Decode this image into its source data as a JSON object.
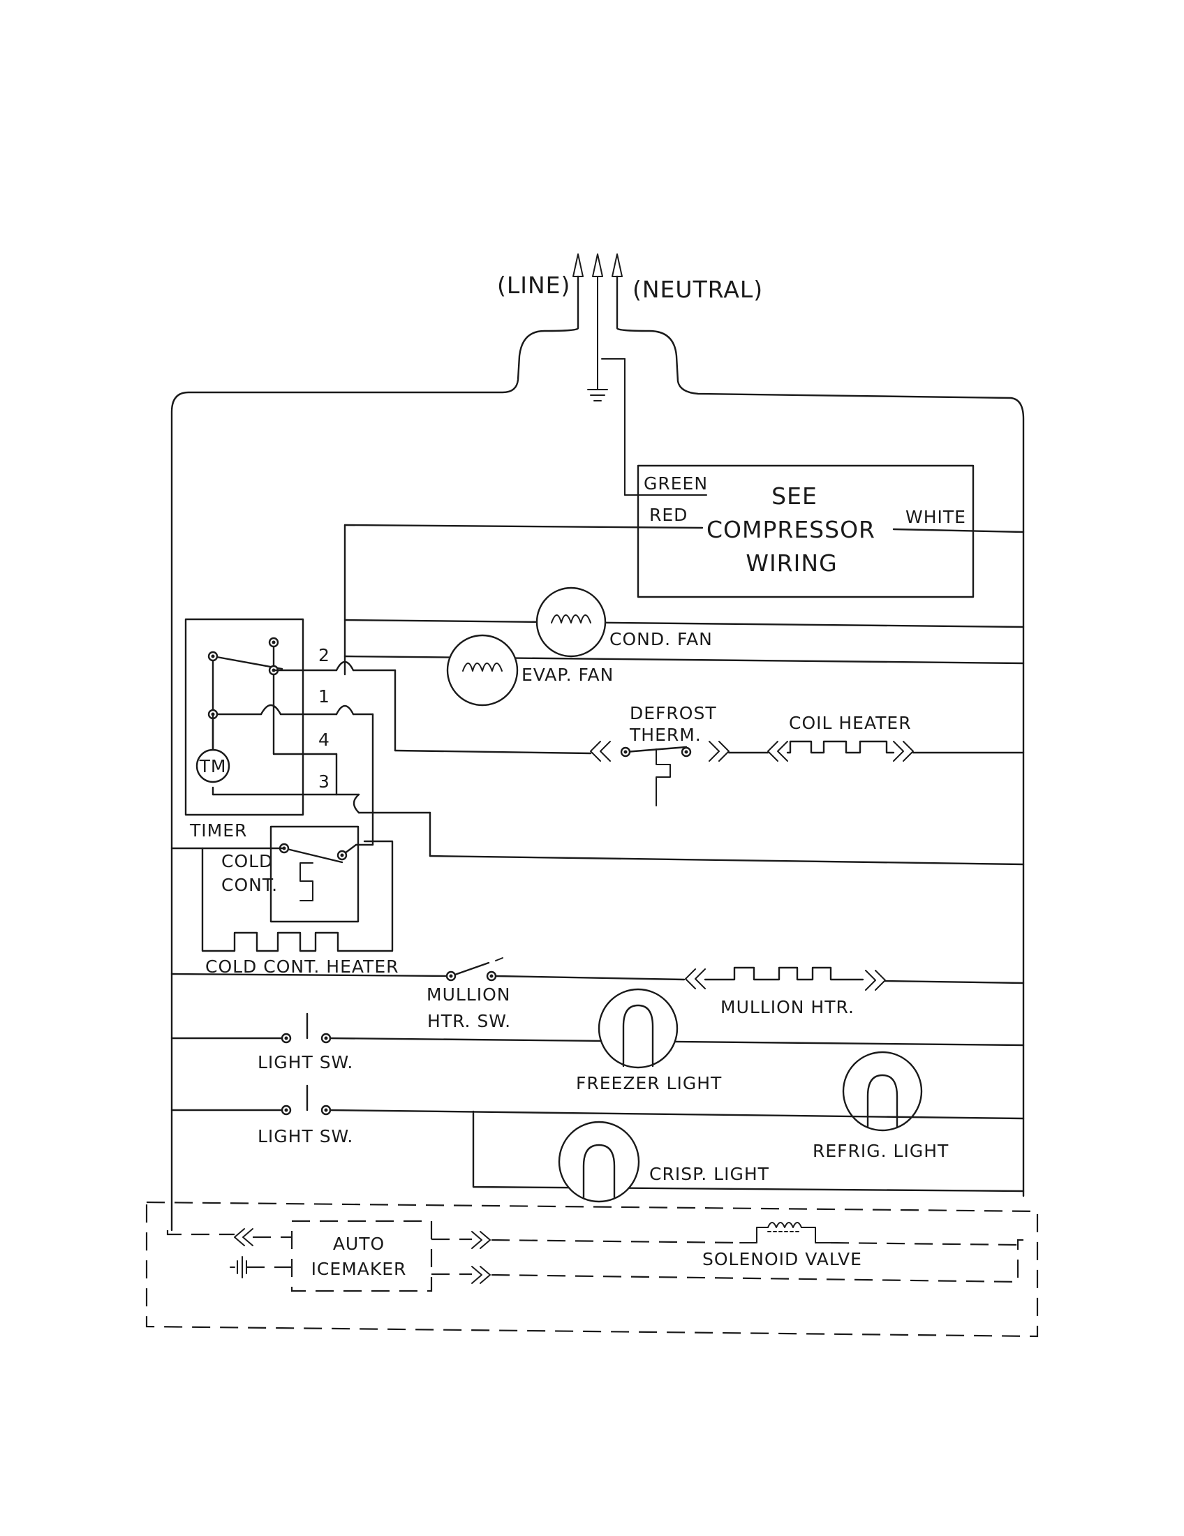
{
  "diagram": {
    "supply": {
      "line": "(LINE)",
      "neutral": "(NEUTRAL)"
    },
    "compressor_box": {
      "green": "GREEN",
      "red": "RED",
      "white": "WHITE",
      "line1": "SEE",
      "line2": "COMPRESSOR",
      "line3": "WIRING"
    },
    "timer": {
      "label": "TIMER",
      "motor": "TM",
      "terminal_2": "2",
      "terminal_1": "1",
      "terminal_4": "4",
      "terminal_3": "3"
    },
    "cold_control": {
      "line1": "COLD",
      "line2": "CONT.",
      "heater": "COLD CONT. HEATER"
    },
    "components": {
      "cond_fan": "COND. FAN",
      "evap_fan": "EVAP. FAN",
      "defrost_therm_1": "DEFROST",
      "defrost_therm_2": "THERM.",
      "coil_heater": "COIL HEATER",
      "mullion_sw_1": "MULLION",
      "mullion_sw_2": "HTR. SW.",
      "mullion_htr": "MULLION HTR.",
      "light_sw_1": "LIGHT SW.",
      "light_sw_2": "LIGHT SW.",
      "freezer_light": "FREEZER LIGHT",
      "refrig_light": "REFRIG. LIGHT",
      "crisp_light": "CRISP. LIGHT"
    },
    "icemaker_option": {
      "icemaker_1": "AUTO",
      "icemaker_2": "ICEMAKER",
      "solenoid_valve": "SOLENOID VALVE"
    }
  }
}
